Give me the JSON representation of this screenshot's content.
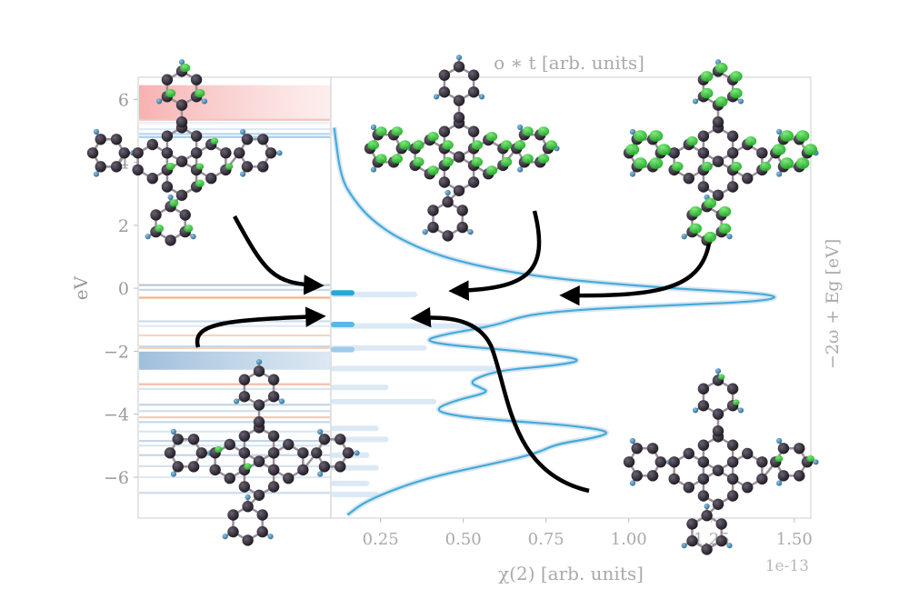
{
  "chart_data": {
    "type": "line",
    "left_panel": {
      "ylabel": "eV",
      "ylim": [
        -7.3,
        6.7
      ],
      "yticks": [
        6,
        4,
        2,
        0,
        -2,
        -4,
        -6
      ],
      "ytick_labels": [
        "6",
        "4",
        "2",
        "0",
        "−2",
        "−4",
        "−6"
      ],
      "levels": [
        {
          "e": 5.9,
          "color": "#f4b2b2",
          "shade": "band"
        },
        {
          "e": 5.35,
          "color": "#f1c6b6"
        },
        {
          "e": 5.25,
          "color": "#e9eef6"
        },
        {
          "e": 5.05,
          "color": "#ddeaf6"
        },
        {
          "e": 4.9,
          "color": "#bcd6ee"
        },
        {
          "e": 4.8,
          "color": "#a9cbe8"
        },
        {
          "e": 0.1,
          "color": "#b8c7d6"
        },
        {
          "e": -0.05,
          "color": "#c8d8e6"
        },
        {
          "e": -0.3,
          "color": "#f2b38c"
        },
        {
          "e": -1.05,
          "color": "#cfdde9"
        },
        {
          "e": -1.2,
          "color": "#dfe8f1"
        },
        {
          "e": -1.5,
          "color": "#f5d4c2"
        },
        {
          "e": -1.85,
          "color": "#c9d7e4"
        },
        {
          "e": -1.9,
          "color": "#f6d0bf"
        },
        {
          "e": -2.3,
          "color": "#a9c6de",
          "shade": "band"
        },
        {
          "e": -3.05,
          "color": "#f3c0a6"
        },
        {
          "e": -3.2,
          "color": "#d9e5f0"
        },
        {
          "e": -3.7,
          "color": "#c3d6e8"
        },
        {
          "e": -3.9,
          "color": "#d3e0ec"
        },
        {
          "e": -4.1,
          "color": "#f2cdb8"
        },
        {
          "e": -4.25,
          "color": "#c6d8ea"
        },
        {
          "e": -4.55,
          "color": "#dce7f1"
        },
        {
          "e": -4.85,
          "color": "#c4d6e7"
        },
        {
          "e": -5.0,
          "color": "#d8e4ef"
        },
        {
          "e": -5.3,
          "color": "#c5d7e8"
        },
        {
          "e": -5.65,
          "color": "#d7e3ee"
        },
        {
          "e": -6.0,
          "color": "#e0e9f2"
        },
        {
          "e": -6.5,
          "color": "#cddceb"
        }
      ]
    },
    "right_panel": {
      "top_label": "o ∗ t [arb. units]",
      "xlabel": "χ(2) [arb. units]",
      "xlim": [
        0.1,
        1.55
      ],
      "xticks": [
        0.25,
        0.5,
        0.75,
        1.0,
        1.25,
        1.5
      ],
      "xtick_labels": [
        "0.25",
        "0.50",
        "0.75",
        "1.00",
        "1.25",
        "1.50"
      ],
      "scale_label": "1e-13",
      "ylabel_right": "−2ω + Eg [eV]",
      "transitions": [
        {
          "e": -0.2,
          "strength": 0.18
        },
        {
          "e": -1.2,
          "strength": 0.33
        },
        {
          "e": -1.9,
          "strength": 0.2
        },
        {
          "e": -2.55,
          "strength": 0.35
        },
        {
          "e": -3.15,
          "strength": 0.12
        },
        {
          "e": -3.6,
          "strength": 0.22
        },
        {
          "e": -4.45,
          "strength": 0.1
        },
        {
          "e": -4.8,
          "strength": 0.12
        },
        {
          "e": -5.3,
          "strength": 0.08
        },
        {
          "e": -5.7,
          "strength": 0.1
        },
        {
          "e": -6.2,
          "strength": 0.08
        },
        {
          "e": -6.55,
          "strength": 0.1
        }
      ],
      "curve": {
        "series_color": "#2a9fd6",
        "points": [
          [
            0.11,
            5.1
          ],
          [
            0.13,
            3.5
          ],
          [
            0.17,
            2.8
          ],
          [
            0.22,
            2.2
          ],
          [
            0.3,
            1.6
          ],
          [
            0.42,
            1.05
          ],
          [
            0.58,
            0.62
          ],
          [
            0.78,
            0.3
          ],
          [
            1.0,
            0.1
          ],
          [
            1.2,
            -0.05
          ],
          [
            1.38,
            -0.15
          ],
          [
            1.46,
            -0.28
          ],
          [
            1.38,
            -0.43
          ],
          [
            1.1,
            -0.55
          ],
          [
            0.85,
            -0.68
          ],
          [
            0.72,
            -0.82
          ],
          [
            0.66,
            -0.95
          ],
          [
            0.62,
            -1.1
          ],
          [
            0.56,
            -1.25
          ],
          [
            0.45,
            -1.45
          ],
          [
            0.38,
            -1.65
          ],
          [
            0.45,
            -1.8
          ],
          [
            0.62,
            -1.95
          ],
          [
            0.8,
            -2.15
          ],
          [
            0.86,
            -2.3
          ],
          [
            0.78,
            -2.45
          ],
          [
            0.62,
            -2.6
          ],
          [
            0.55,
            -2.8
          ],
          [
            0.52,
            -3.0
          ],
          [
            0.55,
            -3.15
          ],
          [
            0.58,
            -3.3
          ],
          [
            0.48,
            -3.55
          ],
          [
            0.41,
            -3.85
          ],
          [
            0.47,
            -4.05
          ],
          [
            0.62,
            -4.2
          ],
          [
            0.82,
            -4.35
          ],
          [
            0.95,
            -4.55
          ],
          [
            0.9,
            -4.75
          ],
          [
            0.78,
            -4.95
          ],
          [
            0.72,
            -5.25
          ],
          [
            0.6,
            -5.55
          ],
          [
            0.42,
            -5.95
          ],
          [
            0.3,
            -6.35
          ],
          [
            0.2,
            -6.8
          ],
          [
            0.15,
            -7.2
          ]
        ]
      }
    }
  }
}
